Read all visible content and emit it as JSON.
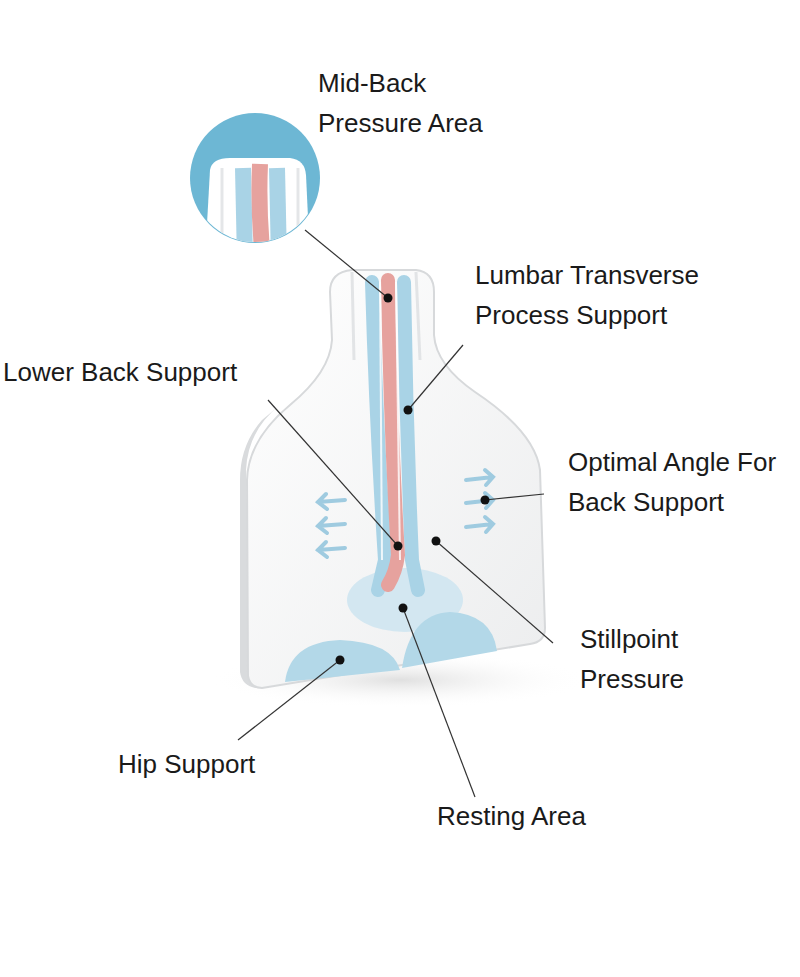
{
  "diagram": {
    "labels": [
      "Mid-Back Pressure Area",
      "Lumbar Transverse Process Support",
      "Lower Back Support",
      "Optimal Angle For Back Support",
      "Stillpoint Pressure",
      "Hip Support",
      "Resting Area"
    ]
  }
}
